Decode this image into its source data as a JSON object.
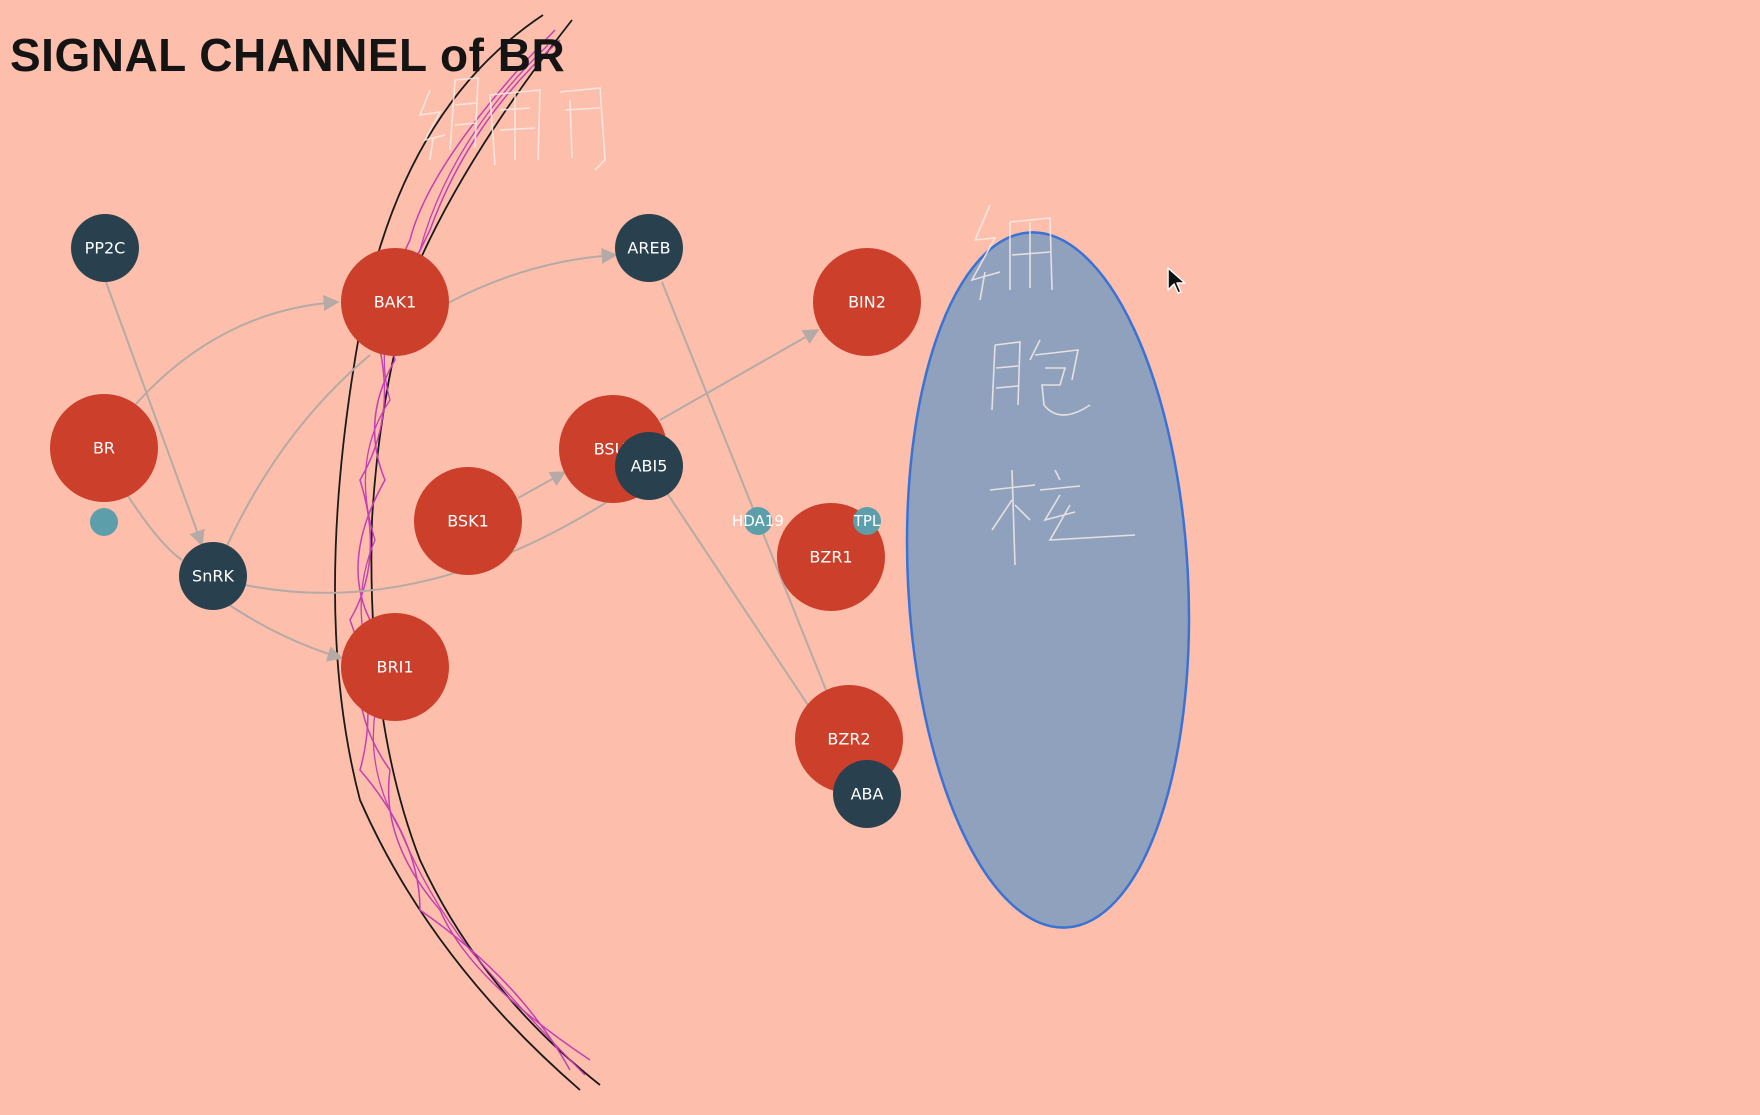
{
  "title": "SIGNAL CHANNEL of BR",
  "colors": {
    "background": "#fdbfab",
    "ligand_node": "#cc3f2a",
    "regulator_node": "#29404f",
    "cofactor_node": "#5c9faa",
    "edge": "#b5aaa6",
    "nucleus_fill": "#8fa1bd",
    "nucleus_outline": "#3a72d6",
    "membrane_line": "#1a1a1a",
    "membrane_helix": "#c43fb4"
  },
  "nodes": {
    "pp2c": "PP2C",
    "br": "BR",
    "snrk": "SnRK",
    "bak1": "BAK1",
    "bri1": "BRI1",
    "bsk1": "BSK1",
    "bsu": "BSU",
    "abi5": "ABI5",
    "areb": "AREB",
    "bin2": "BIN2",
    "hda19": "HDA19",
    "tpl": "TPL",
    "bzr1": "BZR1",
    "bzr2": "BZR2",
    "aba": "ABA"
  },
  "annotations": {
    "membrane_handwriting": "细胞膜",
    "nucleus_handwriting": "细胞核"
  }
}
